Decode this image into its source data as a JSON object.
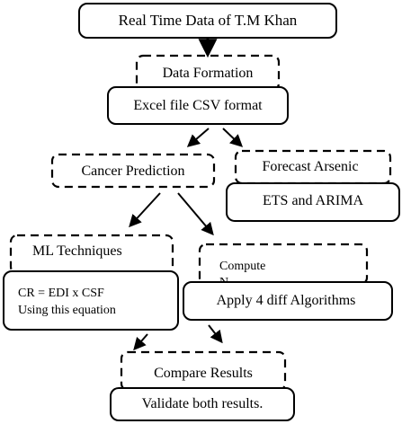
{
  "diagram": {
    "colors": {
      "stroke": "#000000",
      "background": "#ffffff",
      "text": "#000000"
    },
    "nodes": {
      "source": {
        "label": "Real Time Data of T.M Khan"
      },
      "data_formation": {
        "label": "Data Formation"
      },
      "excel_csv": {
        "label": "Excel file CSV format"
      },
      "cancer_prediction": {
        "label": "Cancer Prediction"
      },
      "forecast_arsenic": {
        "label": "Forecast Arsenic"
      },
      "ets_arima": {
        "label": "ETS and ARIMA"
      },
      "ml_techniques": {
        "label": "ML Techniques"
      },
      "cr_equation": {
        "line1": "CR = EDI x CSF",
        "line2": "Using this equation"
      },
      "compute": {
        "line1": "Compute",
        "line2": "N"
      },
      "apply_algorithms": {
        "label": "Apply 4 diff Algorithms"
      },
      "compare_results": {
        "label": "Compare Results"
      },
      "validate": {
        "label": "Validate both results."
      }
    }
  }
}
